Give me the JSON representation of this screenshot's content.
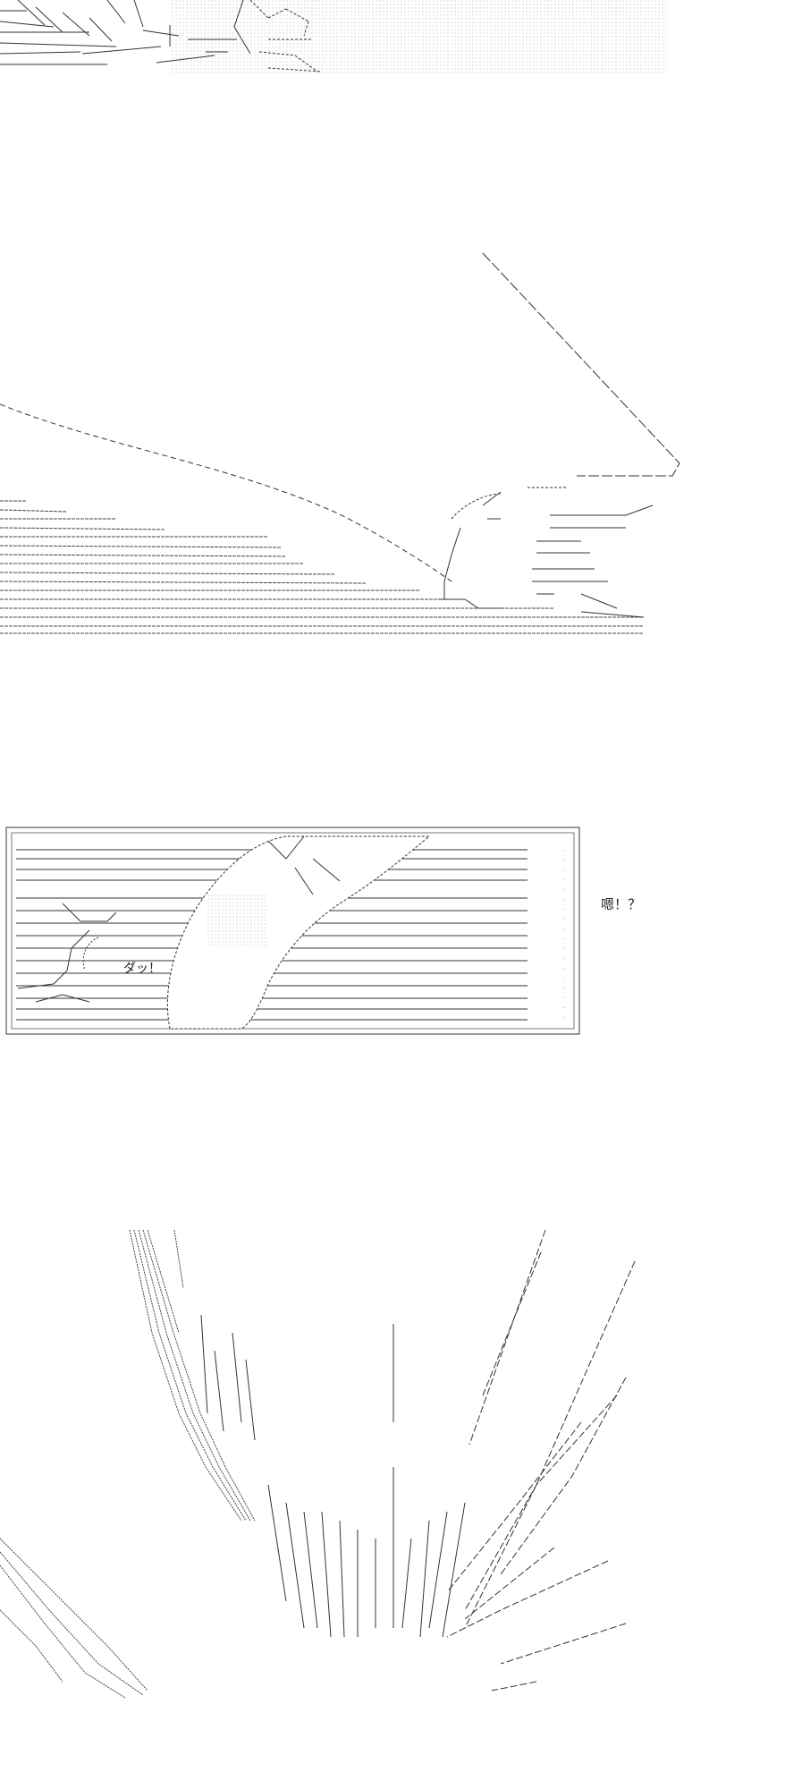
{
  "panels": [
    {
      "name": "panel-1-top-ascii-art"
    },
    {
      "name": "panel-2-road-ascii-art"
    },
    {
      "name": "panel-3-dash-ascii-art",
      "sfx_text": "ダッ！",
      "caption_text": "嗯！？"
    },
    {
      "name": "panel-4-burst-ascii-art"
    }
  ],
  "colors": {
    "ink": "#222222",
    "background": "#ffffff",
    "dots": "#bbbbbb"
  }
}
